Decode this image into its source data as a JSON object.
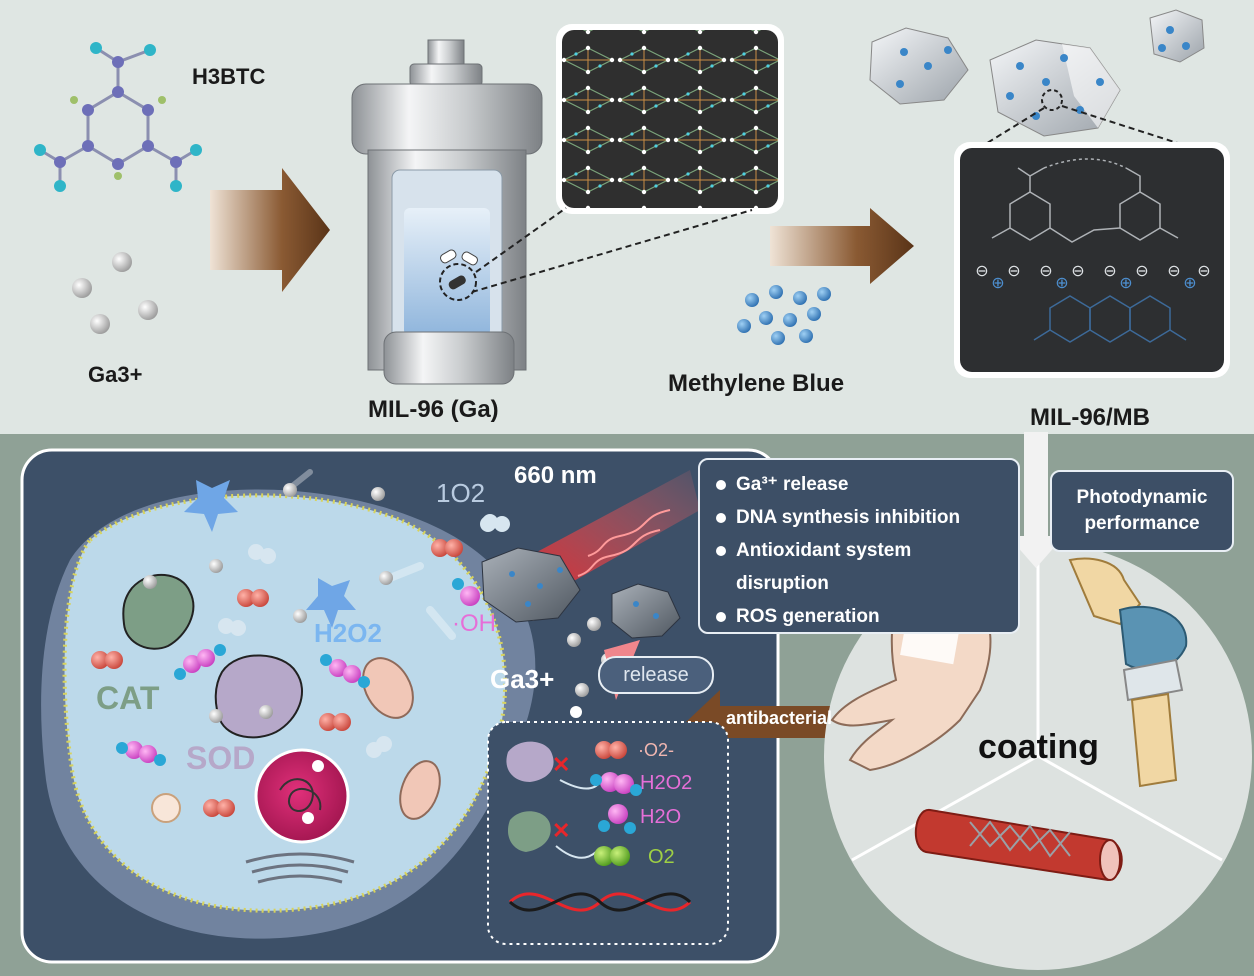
{
  "synthesis": {
    "linker_label": "H3BTC",
    "metal_label": "Ga3+",
    "mof_label": "MIL-96 (Ga)",
    "dye_label": "Methylene Blue",
    "product_label": "MIL-96/MB"
  },
  "mechanism": {
    "light_label": "660 nm",
    "singlet_oxygen_label": "1O2",
    "hydroxyl_label": "·OH",
    "peroxide_label": "H2O2",
    "enzyme_cat_label": "CAT",
    "enzyme_sod_label": "SOD",
    "gallium_label": "Ga3+",
    "release_label": "release",
    "antibacterial_label": "antibacterial",
    "inset_superoxide": "·O2-",
    "inset_peroxide": "H2O2",
    "inset_water": "H2O",
    "inset_oxygen": "O2"
  },
  "effects": [
    "Ga³⁺ release",
    "DNA synthesis inhibition",
    "Antioxidant system disruption",
    "ROS generation"
  ],
  "performance_label": "Photodynamic performance",
  "application": {
    "coating_label": "coating"
  },
  "colors": {
    "top_bg": "#dfe6e3",
    "bottom_bg": "#8fa196",
    "panel_bg": "#3d5068",
    "arrow_brown": "#6b3f1e",
    "laser_red": "#e8262b",
    "cell_fill": "#bcd9ea"
  }
}
